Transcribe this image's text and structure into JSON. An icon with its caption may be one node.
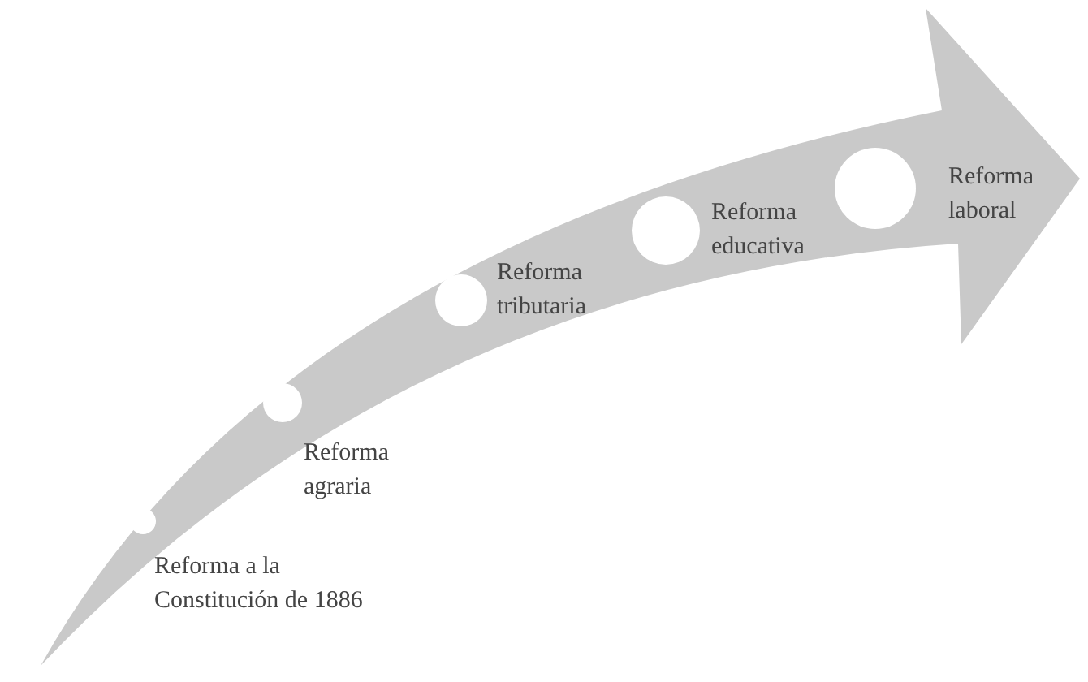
{
  "diagram": {
    "nodes": [
      {
        "text": [],
        "shape": "circle",
        "beside": [
          "Reforma a la Constitución de 1886"
        ]
      },
      {
        "text": [],
        "shape": "circle",
        "beside": [
          "Reforma agraria"
        ]
      },
      {
        "text": [],
        "shape": "circle",
        "beside": [
          "Reforma tributaria"
        ]
      },
      {
        "text": [],
        "shape": "circle",
        "beside": [
          "Reforma educativa"
        ]
      },
      {
        "text": [],
        "shape": "circle",
        "beside": [
          "Reforma laboral"
        ]
      }
    ]
  }
}
